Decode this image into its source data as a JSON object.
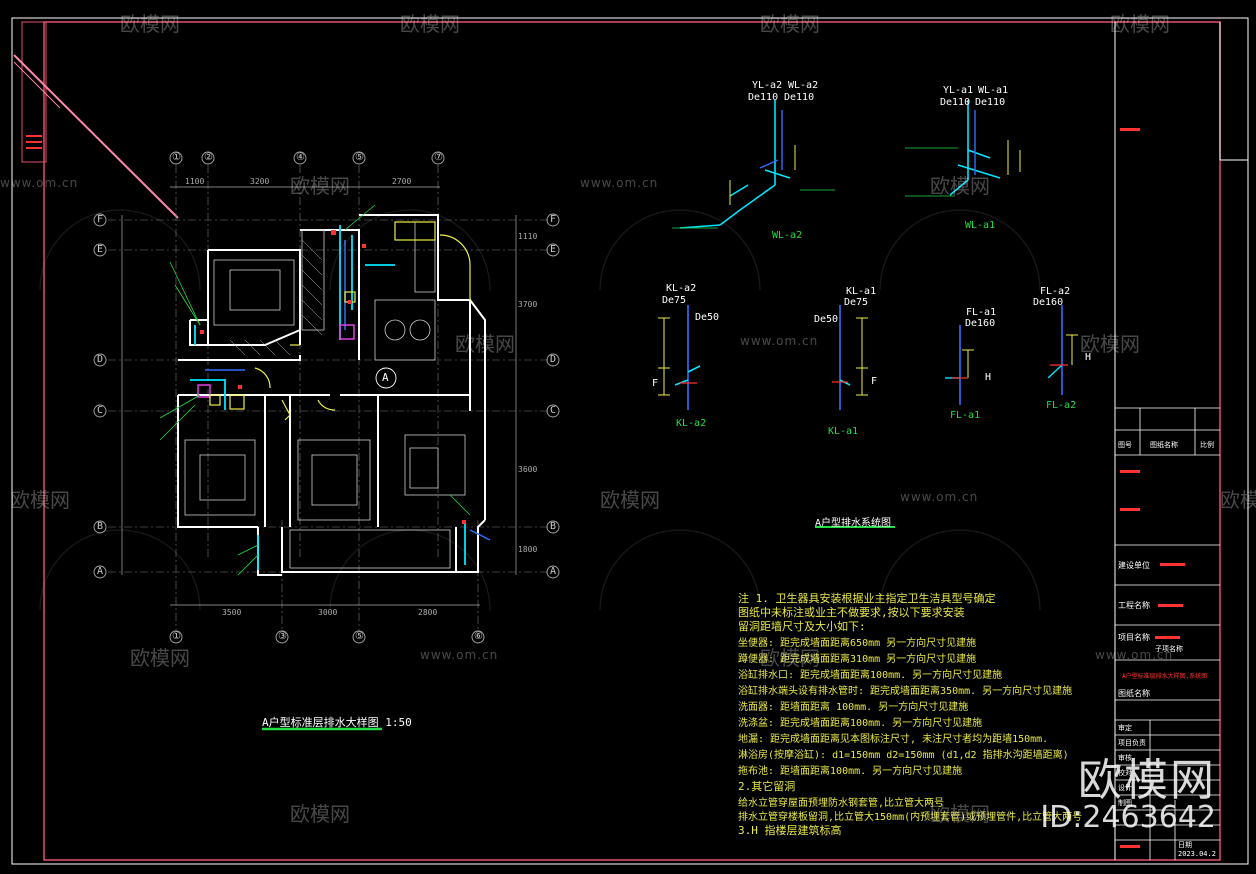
{
  "drawing": {
    "plan_title": "A户型标准层排水大样图 1:50",
    "system_title": "A户型排水系统图",
    "axes_top": [
      "①",
      "②",
      "④",
      "⑤",
      "⑦"
    ],
    "axes_bottom": [
      "①",
      "③",
      "⑤",
      "⑥"
    ],
    "axes_left": [
      "F",
      "E",
      "D",
      "C",
      "B",
      "A"
    ],
    "dims_top": [
      "1100",
      "3200",
      "2700"
    ],
    "dims_bottom": [
      "3500",
      "3000",
      "2800"
    ],
    "dims_right": [
      "1110",
      "3700",
      "3600",
      "1800"
    ],
    "zone_marker": "A",
    "riser_labels": {
      "wl_a2_top": [
        "YL-a2",
        "WL-a2"
      ],
      "wl_a2_sizes": [
        "De110",
        "De110"
      ],
      "wl_a1_top": [
        "YL-a1",
        "WL-a1"
      ],
      "wl_a1_sizes": [
        "De110",
        "De110"
      ],
      "wl_a2_name": "WL-a2",
      "wl_a1_name": "WL-a1",
      "kl_a2_top": "KL-a2",
      "kl_a2_size": "De75",
      "kl_a2_name": "KL-a2",
      "kl_a1_top": "KL-a1",
      "kl_a1_size": "De75",
      "kl_a1_name": "KL-a1",
      "fl_a1_top": "FL-a1",
      "fl_a1_size": "De160",
      "fl_a1_name": "FL-a1",
      "fl_a2_top": "FL-a2",
      "fl_a2_size": "De160",
      "fl_a2_name": "FL-a2",
      "de50": "De50",
      "f": "F",
      "h": "H"
    }
  },
  "notes": {
    "lines": [
      "注 1.  卫生器具安装根据业主指定卫生洁具型号确定",
      "       图纸中未标注或业主不做要求,按以下要求安装",
      "       留洞距墙尺寸及大小如下:",
      "       坐便器:         距完成墙面距离650mm          另一方向尺寸见建施",
      "       蹲便器:         距完成墙面距离310mm          另一方向尺寸见建施",
      "       浴缸排水口:     距完成墙面距离100mm.         另一方向尺寸见建施",
      "       浴缸排水端头设有排水管时: 距完成墙面距离350mm.  另一方向尺寸见建施",
      "       洗面器:         距墙面距离 100mm.            另一方向尺寸见建施",
      "       洗涤盆:         距完成墙面距离100mm.         另一方向尺寸见建施",
      "       地漏:           距完成墙面距离见本图标注尺寸,  未注尺寸者均为距墙150mm.",
      "       淋浴房(按摩浴缸):  d1=150mm   d2=150mm  (d1,d2 指排水沟距墙距离)",
      "       拖布池:         距墙面距离100mm.             另一方向尺寸见建施",
      "   2.其它留洞",
      "       给水立管穿屋面预埋防水钢套管,比立管大两号",
      "       排水立管穿楼板留洞,比立管大150mm(内预埋套管)或预埋管件,比立管大两号",
      "   3.H 指楼层建筑标高"
    ]
  },
  "titleblock": {
    "row1": [
      "图号",
      "图纸名称",
      "比例"
    ],
    "build_unit": "建设单位",
    "project_name": "工程名称",
    "item_name": "项目名称",
    "sub_item": "子项名称",
    "drawing_name": "图纸名称",
    "drawing_name_value": "A户型标准层排水大样图,系统图",
    "roles": [
      "审定",
      "项目负责",
      "审核",
      "校对",
      "设计",
      "制图"
    ],
    "date_label": "日期",
    "date_value": "2023.04.2"
  },
  "watermarks": {
    "brand": "欧模网",
    "site": "www.om.cn",
    "big_brand": "欧模网",
    "big_id": "ID:2463642"
  },
  "colors": {
    "frame": "#e0506a",
    "wall": "#ffffff",
    "pipe_cyan": "#00e5ff",
    "pipe_blue": "#3070ff",
    "pipe_green": "#22dd44",
    "text_yellow": "#eded4a",
    "axis": "#bbbbbb",
    "red": "#ff3333",
    "magenta": "#e040e0"
  }
}
